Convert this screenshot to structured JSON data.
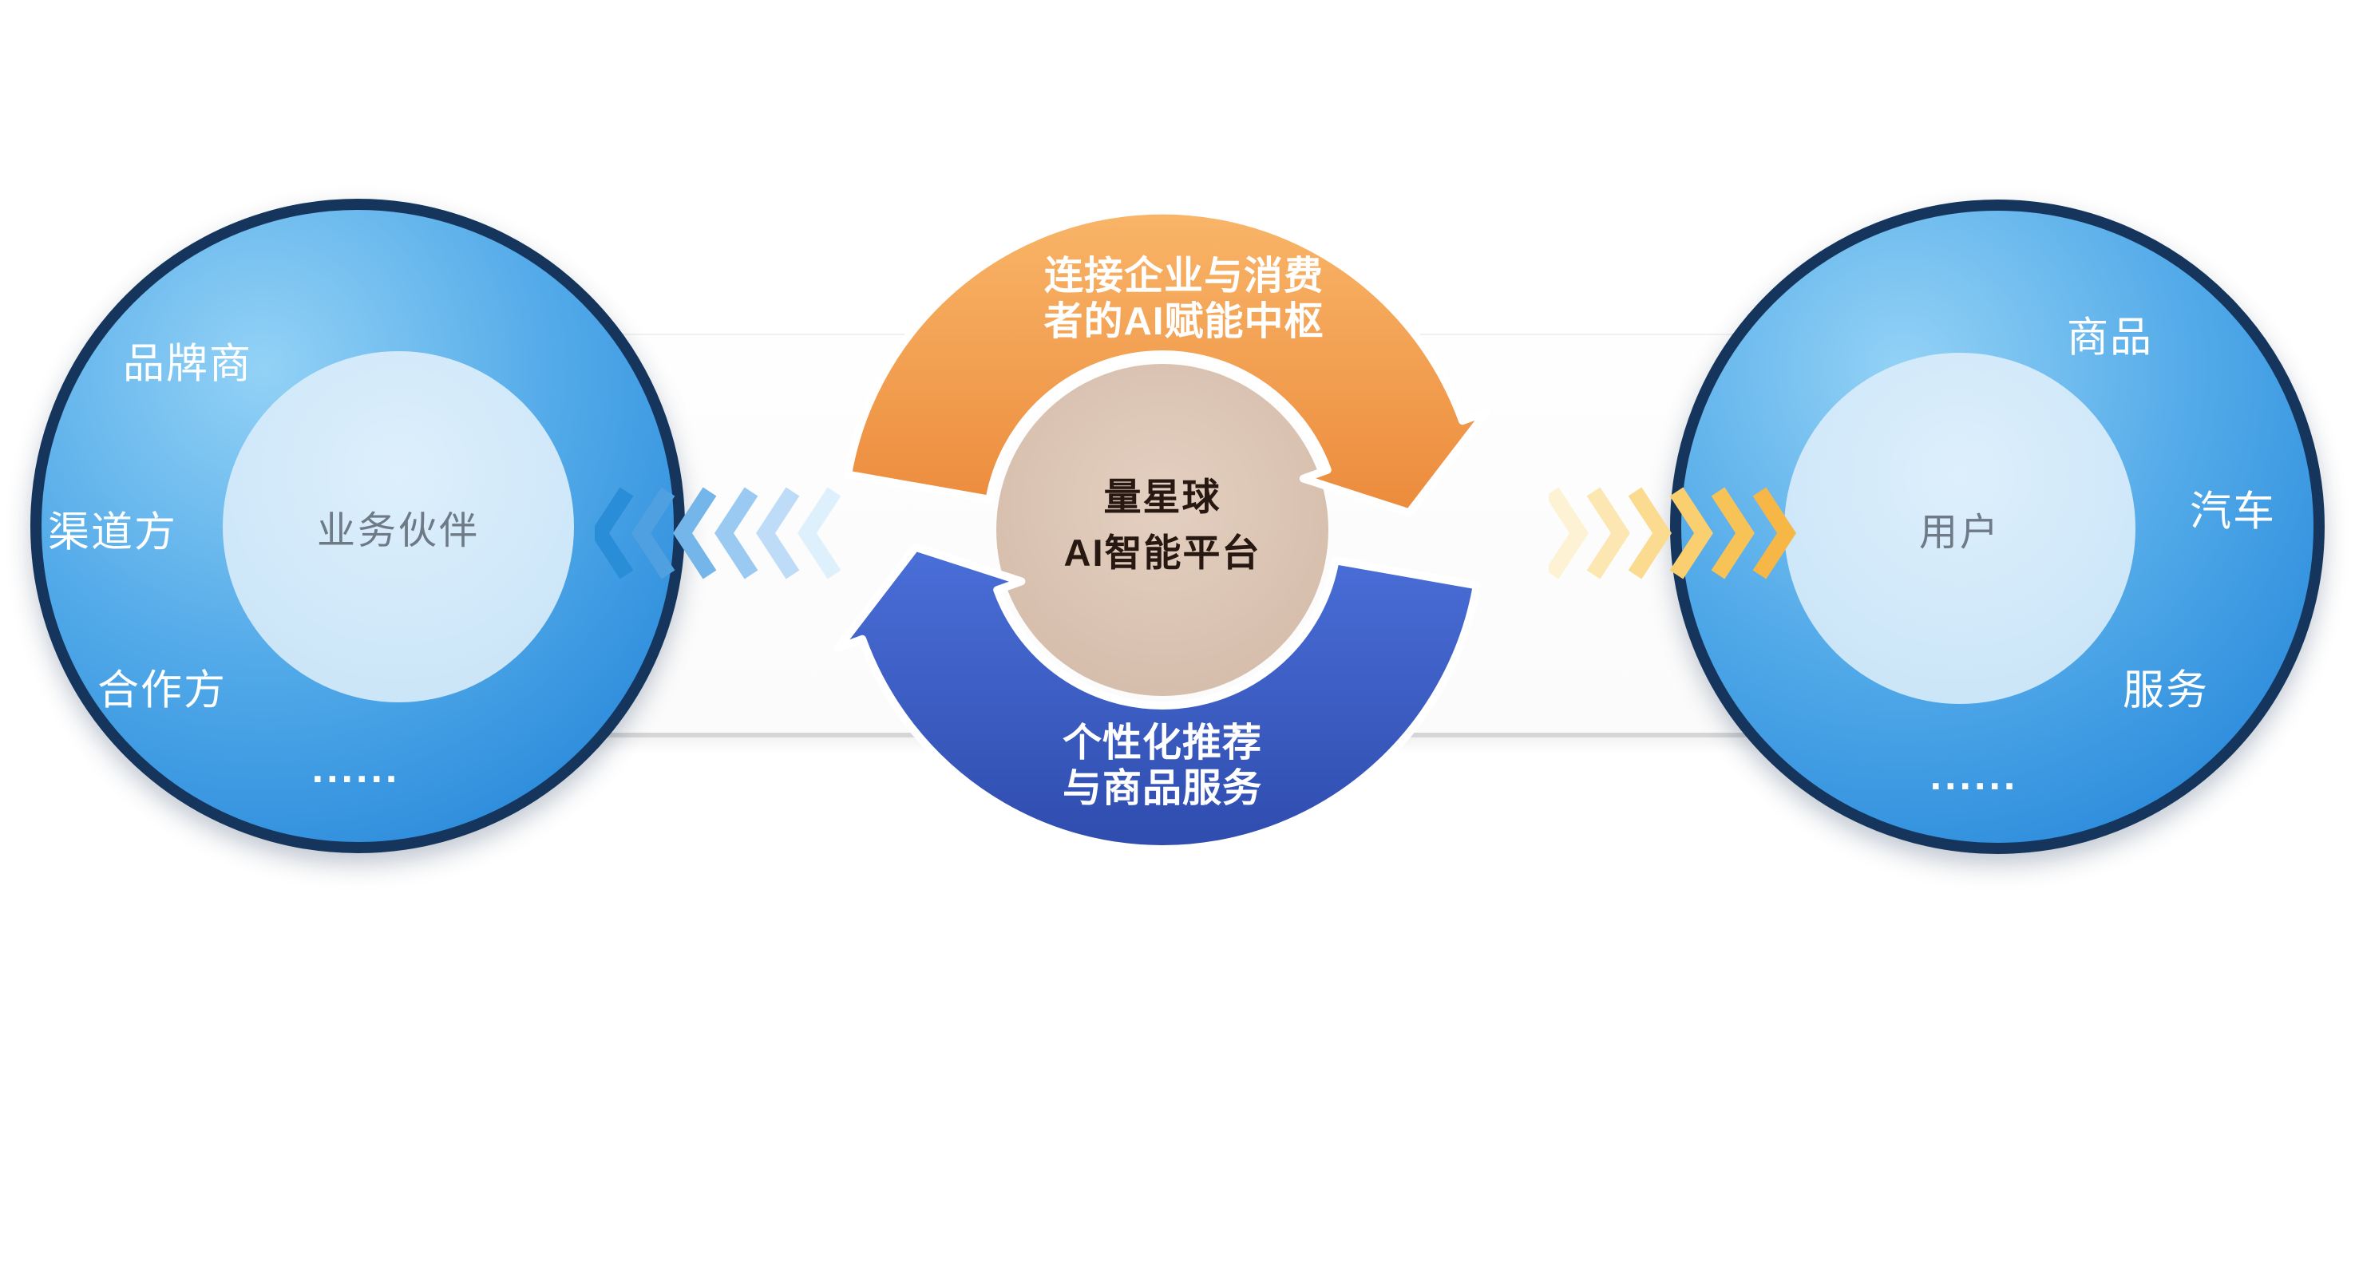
{
  "colors": {
    "circle_border": "#16355c",
    "circle_fill_light": "#93d2f6",
    "circle_fill_deep": "#1b7ed6",
    "inner_circle_fill": "#cfe8f9",
    "orange_arrow": "#f09a4e",
    "blue_arrow": "#3a5ec6",
    "core_circle_fill": "#d9c3b2",
    "left_chevron_strong": "#2a8dd8",
    "right_chevron_strong": "#f6b746"
  },
  "left_circle": {
    "label_brand": "品牌商",
    "label_channel": "渠道方",
    "label_partner": "合作方",
    "label_more": "......",
    "inner_label": "业务伙伴"
  },
  "center": {
    "top_label": [
      "连接企业与消费",
      "者的AI赋能中枢"
    ],
    "core_label": [
      "量星球",
      "AI智能平台"
    ],
    "bottom_label": [
      "个性化推荐",
      "与商品服务"
    ]
  },
  "right_circle": {
    "label_goods": "商品",
    "label_car": "汽车",
    "label_service": "服务",
    "label_more": "......",
    "inner_label": "用户"
  }
}
